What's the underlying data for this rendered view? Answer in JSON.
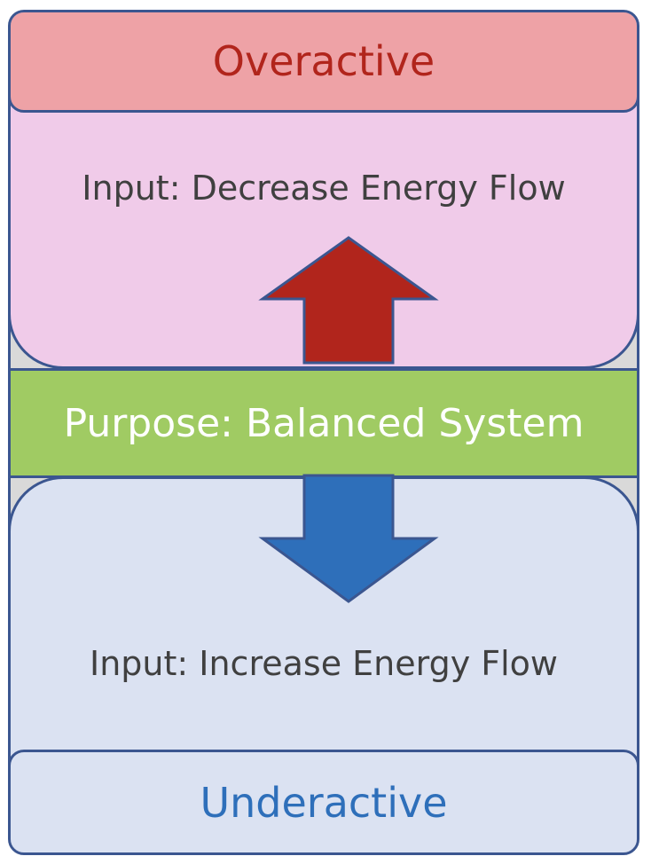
{
  "diagram": {
    "top_section": {
      "header_label": "Overactive",
      "input_text": "Input: Decrease Energy Flow",
      "arrow_direction": "up",
      "arrow_color": "#b1251c",
      "header_bg": "#eea2a6",
      "body_bg": "#f0cbe9",
      "header_text_color": "#b1251c"
    },
    "center": {
      "label": "Purpose: Balanced System",
      "bg": "#a0cb63",
      "text_color": "#ffffff"
    },
    "bottom_section": {
      "footer_label": "Underactive",
      "input_text": "Input: Increase Energy Flow",
      "arrow_direction": "down",
      "arrow_color": "#2e6fba",
      "body_bg": "#dbe2f2",
      "footer_text_color": "#2e6fba"
    },
    "border_color": "#3b5690"
  }
}
